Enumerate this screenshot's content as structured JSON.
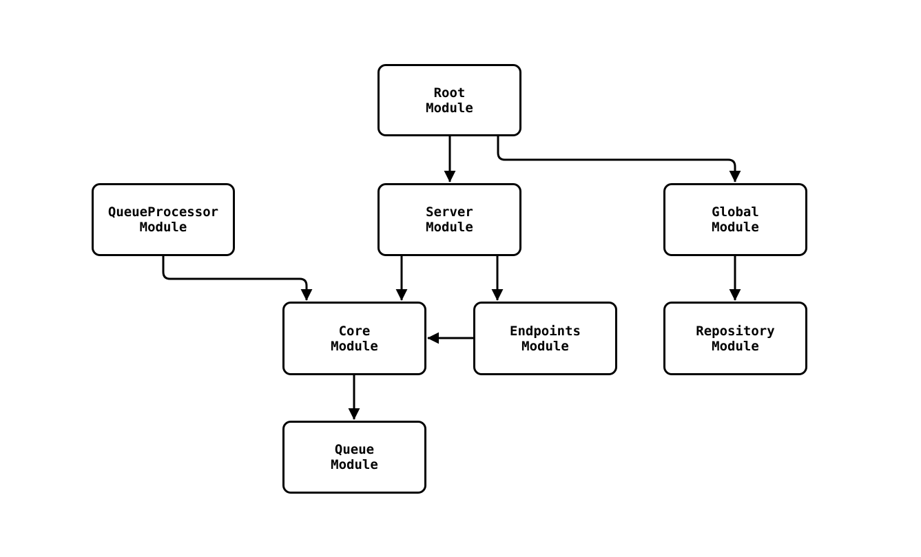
{
  "diagram": {
    "background_color": "#ffffff",
    "stroke_color": "#000000",
    "node_fill_color": "#ffffff",
    "nodes": {
      "root": {
        "label": "Root\nModule"
      },
      "server": {
        "label": "Server\nModule"
      },
      "queue_processor": {
        "label": "QueueProcessor\nModule"
      },
      "global": {
        "label": "Global\nModule"
      },
      "core": {
        "label": "Core\nModule"
      },
      "endpoints": {
        "label": "Endpoints\nModule"
      },
      "repository": {
        "label": "Repository\nModule"
      },
      "queue": {
        "label": "Queue\nModule"
      }
    },
    "edges": [
      {
        "from": "Root Module",
        "to": "Server Module"
      },
      {
        "from": "Root Module",
        "to": "Global Module"
      },
      {
        "from": "QueueProcessor Module",
        "to": "Core Module"
      },
      {
        "from": "Server Module",
        "to": "Core Module"
      },
      {
        "from": "Server Module",
        "to": "Endpoints Module"
      },
      {
        "from": "Endpoints Module",
        "to": "Core Module"
      },
      {
        "from": "Global Module",
        "to": "Repository Module"
      },
      {
        "from": "Core Module",
        "to": "Queue Module"
      }
    ]
  }
}
